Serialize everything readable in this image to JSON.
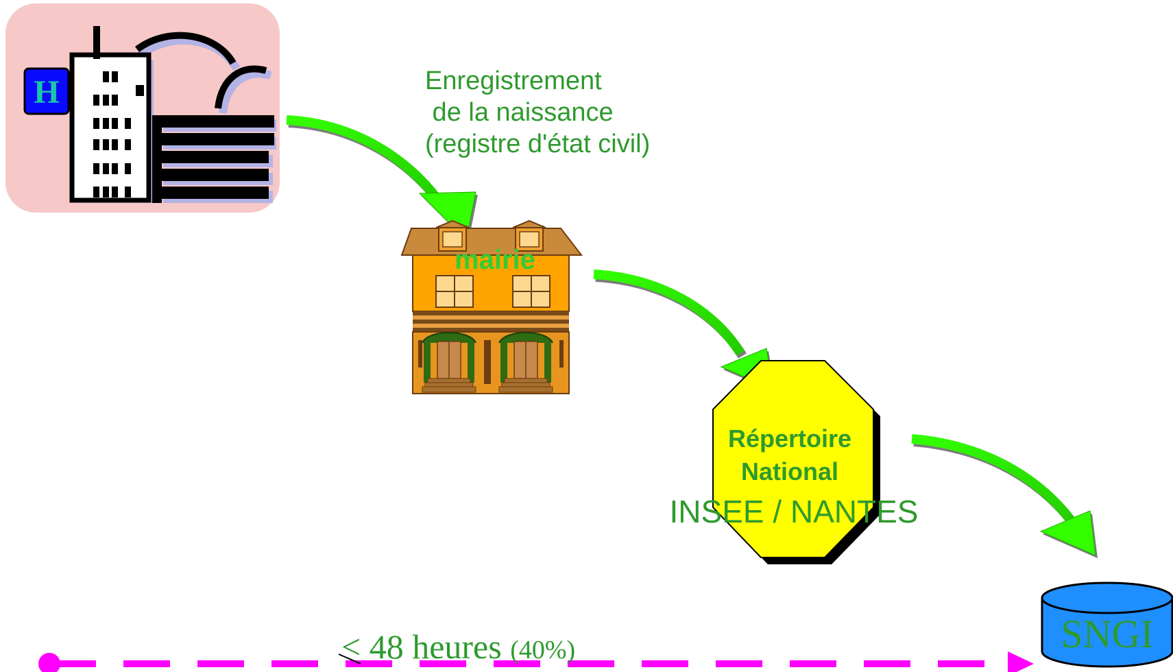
{
  "hospital": {
    "letter": "H"
  },
  "birth_registration": {
    "lines": [
      "Enregistrement",
      " de la naissance",
      "(registre d'état civil)"
    ]
  },
  "town_hall": {
    "label": "mairie"
  },
  "national_register": {
    "title_line1": "Répertoire",
    "title_line2": "National",
    "subtitle": "INSEE / NANTES"
  },
  "sngi": {
    "label": "SNGI"
  },
  "timeline": {
    "lt": "<",
    "main": " 48 heures ",
    "pct": "(40%)"
  },
  "colors": {
    "arrow_green": "#33ff00",
    "text_green": "#2e9a2e",
    "timeline_magenta": "#ff00ff",
    "octagon_yellow": "#ffff00",
    "cylinder_blue": "#1f8fff",
    "hospital_bg": "#f7c8c8"
  }
}
